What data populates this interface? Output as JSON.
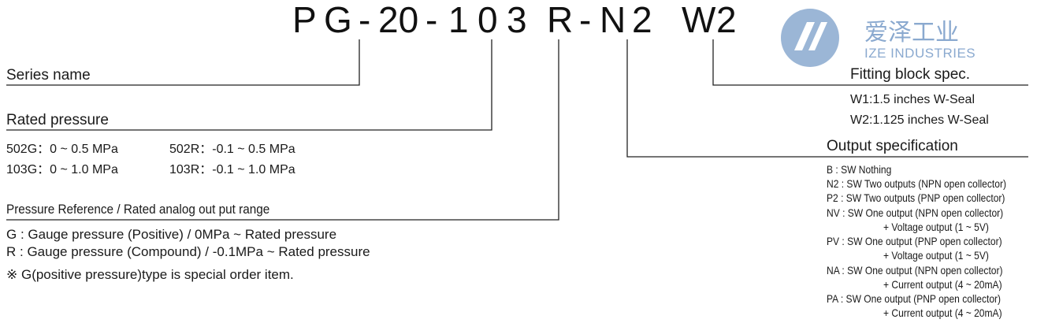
{
  "code": {
    "parts": [
      "P",
      "G",
      "-",
      "20",
      "-",
      "1",
      "0",
      "3",
      "R",
      "-",
      "N",
      "2",
      "W",
      "2"
    ]
  },
  "logo": {
    "cn_name": "爱泽工业",
    "en_name": "IZE INDUSTRIES",
    "icon": "ize-logo-icon",
    "color": "#8aa9cf"
  },
  "series": {
    "title": "Series name"
  },
  "rated": {
    "title": "Rated pressure",
    "rows": [
      {
        "left": "502G：0 ~ 0.5 MPa",
        "right": "502R：-0.1 ~ 0.5 MPa"
      },
      {
        "left": "103G：0 ~ 1.0 MPa",
        "right": "103R：-0.1 ~ 1.0 MPa"
      }
    ]
  },
  "reference": {
    "title": "Pressure Reference / Rated analog out put range",
    "lines": [
      "G : Gauge pressure (Positive) / 0MPa ~ Rated pressure",
      "R : Gauge pressure (Compound) / -0.1MPa ~ Rated pressure",
      "※ G(positive pressure)type is special order item."
    ]
  },
  "fitting": {
    "title": "Fitting block spec.",
    "items": [
      "W1:1.5 inches W-Seal",
      "W2:1.125 inches W-Seal"
    ]
  },
  "output": {
    "title": "Output specification",
    "items": [
      "B : SW Nothing",
      "N2 : SW Two outputs (NPN open collector)",
      "P2 : SW Two outputs (PNP open collector)",
      "NV : SW One output (NPN open collector)",
      "+ Voltage output (1 ~ 5V)",
      "PV : SW One output (PNP open collector)",
      "+ Voltage output (1 ~ 5V)",
      "NA : SW One output (NPN open collector)",
      "+ Current output (4 ~ 20mA)",
      "PA : SW One output (PNP open collector)",
      "+ Current output (4 ~ 20mA)"
    ]
  }
}
